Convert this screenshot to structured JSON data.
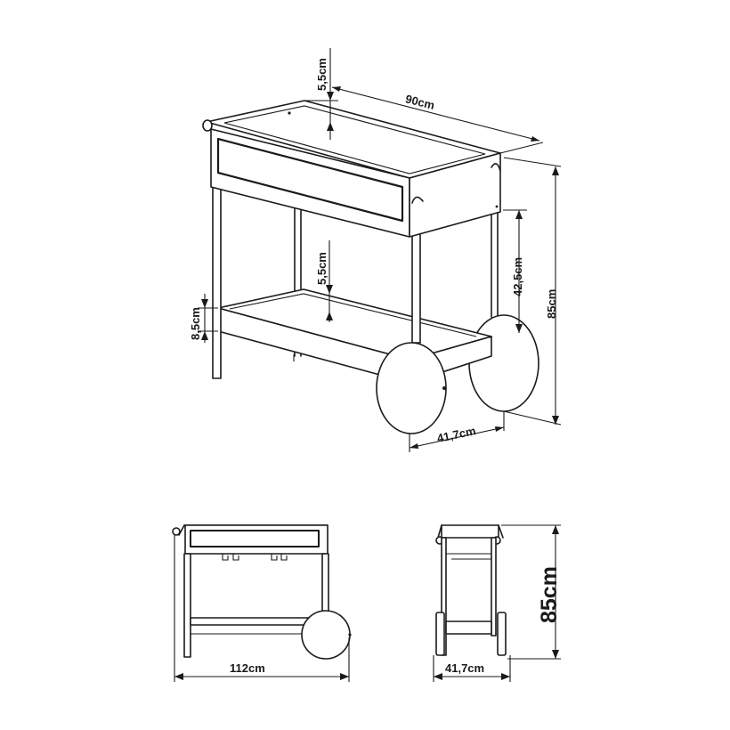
{
  "dimensions": {
    "top_width": "90cm",
    "top_tray_depth": "5,5cm",
    "bottom_tray_depth": "5,5cm",
    "upper_height": "42,5cm",
    "total_height": "85cm",
    "bottom_shelf_height": "8,5cm",
    "depth": "41,7cm",
    "front_width": "112cm",
    "side_depth": "41,7cm",
    "side_height": "85cm"
  },
  "colors": {
    "line": "#1a1a1a",
    "background": "#ffffff"
  }
}
